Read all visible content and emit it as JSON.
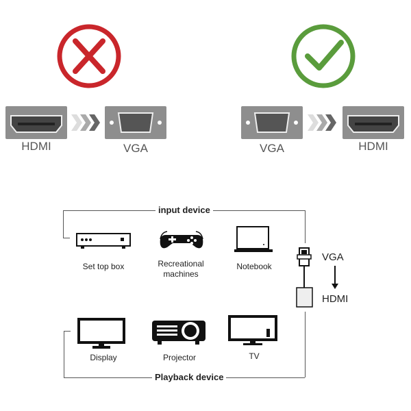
{
  "wrong": {
    "icon": "cross-icon",
    "color": "#c9262b",
    "from": "HDMI",
    "to": "VGA"
  },
  "right": {
    "icon": "check-icon",
    "color": "#5a9c3c",
    "from": "VGA",
    "to": "HDMI"
  },
  "diagram": {
    "input_title": "input device",
    "playback_title": "Playback device",
    "inputs": [
      {
        "label": "Set top box"
      },
      {
        "label": "Recreational machines"
      },
      {
        "label": "Notebook"
      }
    ],
    "outputs": [
      {
        "label": "Display"
      },
      {
        "label": "Projector"
      },
      {
        "label": "TV"
      }
    ],
    "adapter": {
      "from": "VGA",
      "to": "HDMI"
    }
  }
}
